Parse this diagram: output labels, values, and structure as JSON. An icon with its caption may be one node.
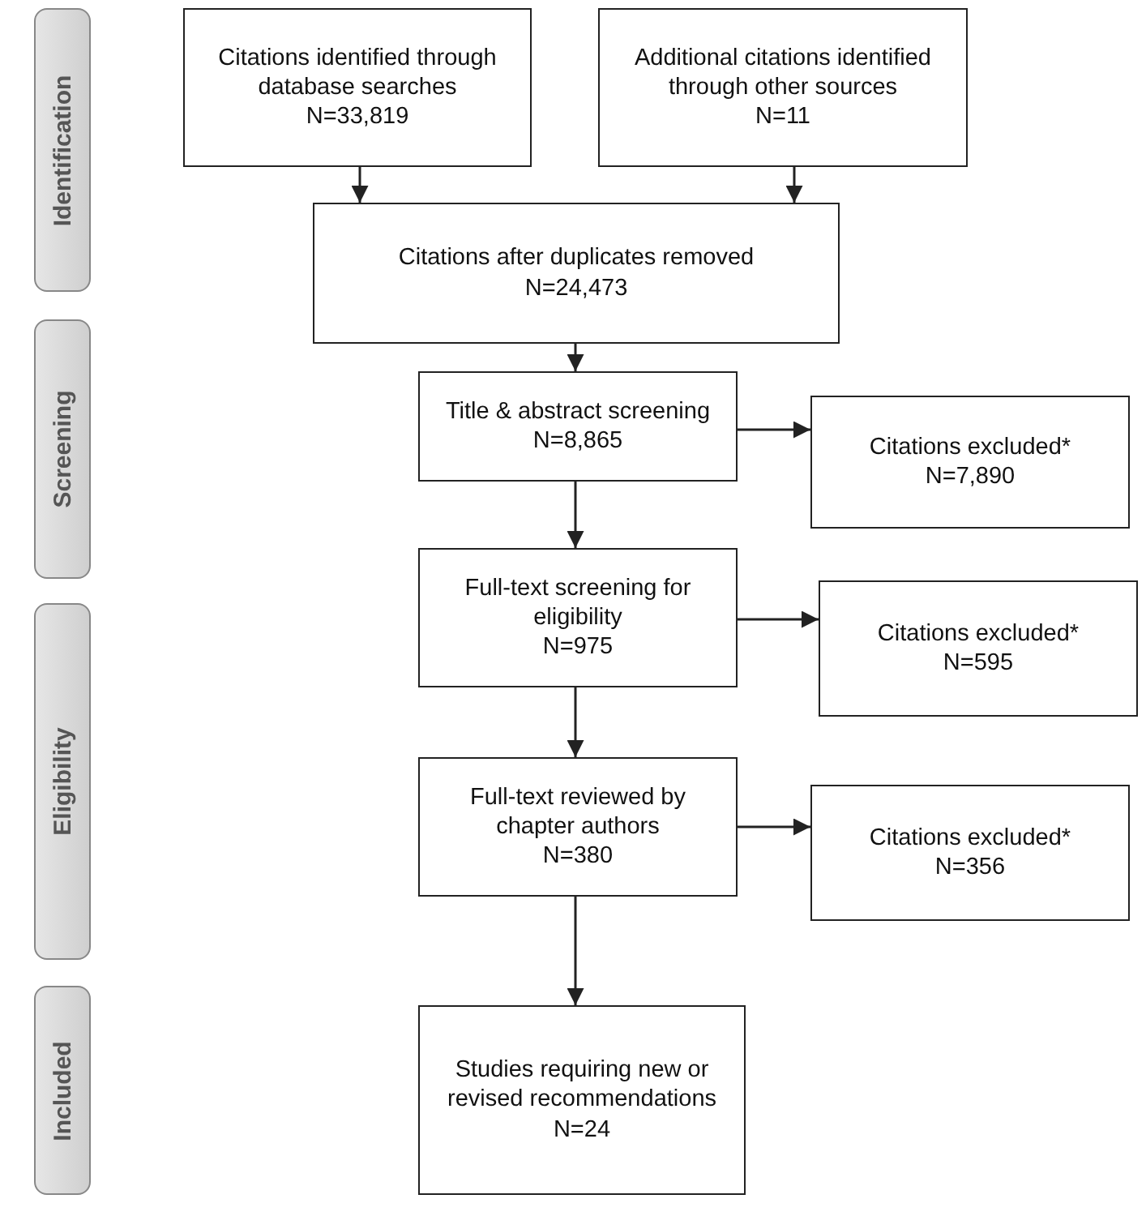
{
  "diagram": {
    "nodes": [
      {
        "text": [
          "Identification"
        ]
      },
      {
        "text": [
          "Screening"
        ]
      },
      {
        "text": [
          "Eligibility"
        ]
      },
      {
        "text": [
          "Included"
        ]
      },
      {
        "text": [
          "Citations identified through database searches",
          "N=33,819"
        ]
      },
      {
        "text": [
          "Additional citations identified through other sources",
          "N=11"
        ]
      },
      {
        "text": [
          "Citations after duplicates removed",
          "N=24,473"
        ]
      },
      {
        "text": [
          "Title & abstract screening",
          "N=8,865"
        ]
      },
      {
        "text": [
          "Citations excluded*",
          "N=7,890"
        ]
      },
      {
        "text": [
          "Full-text screening for eligibility",
          "N=975"
        ]
      },
      {
        "text": [
          "Citations excluded*",
          "N=595"
        ]
      },
      {
        "text": [
          "Full-text reviewed by chapter authors",
          "N=380"
        ]
      },
      {
        "text": [
          "Citations excluded*",
          "N=356"
        ]
      },
      {
        "text": [
          "Studies requiring new or revised recommendations",
          "N=24"
        ]
      }
    ],
    "edges": [
      {
        "from": 4,
        "to": 6,
        "arrow": "to"
      },
      {
        "from": 5,
        "to": 6,
        "arrow": "to"
      },
      {
        "from": 6,
        "to": 7,
        "arrow": "to"
      },
      {
        "from": 7,
        "to": 8,
        "arrow": "to"
      },
      {
        "from": 7,
        "to": 9,
        "arrow": "to"
      },
      {
        "from": 9,
        "to": 10,
        "arrow": "to"
      },
      {
        "from": 9,
        "to": 11,
        "arrow": "to"
      },
      {
        "from": 11,
        "to": 12,
        "arrow": "to"
      },
      {
        "from": 11,
        "to": 13,
        "arrow": "to"
      }
    ]
  }
}
